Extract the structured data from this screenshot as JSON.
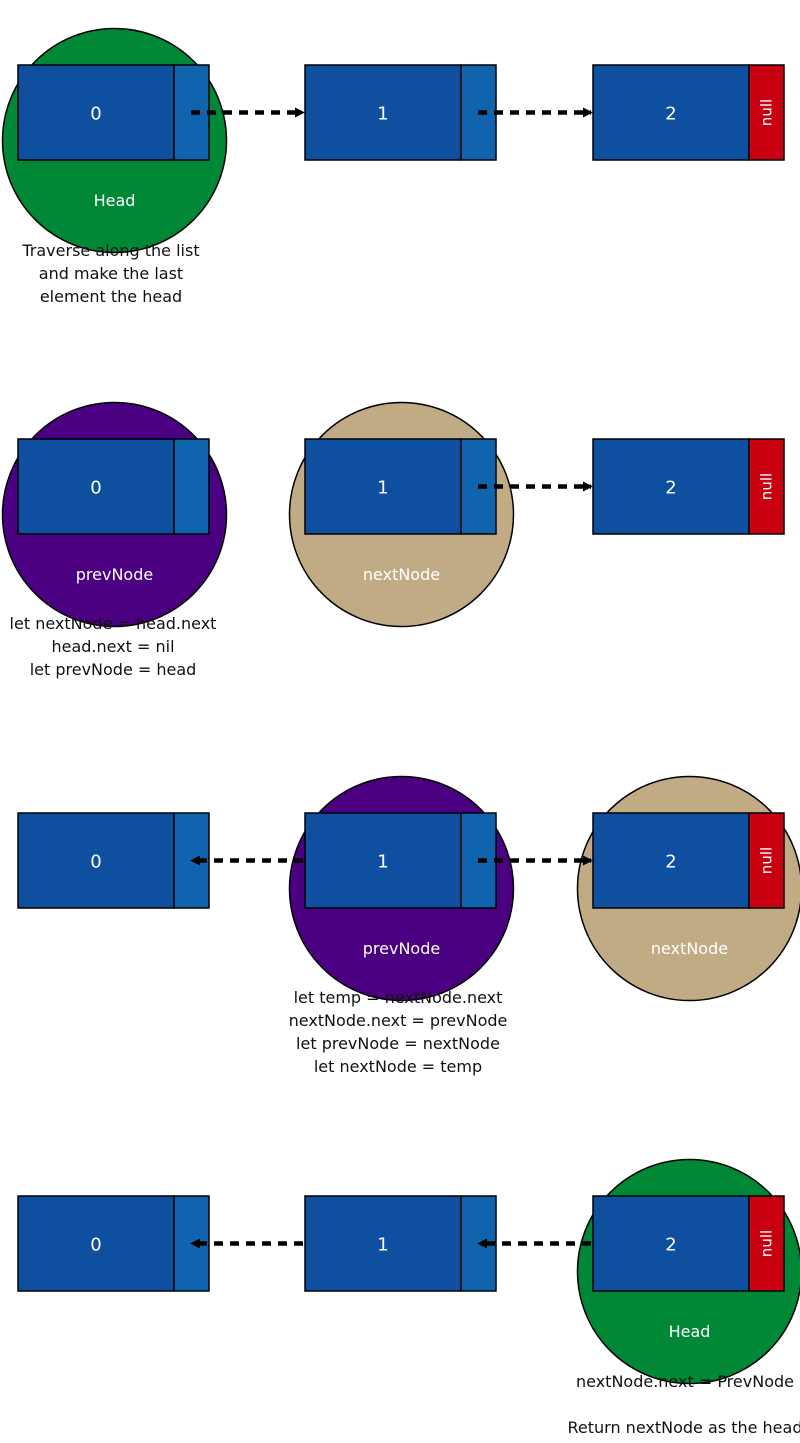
{
  "colors": {
    "head": "#008837",
    "prevNode": "#4b0082",
    "nextNode": "#c1ab84",
    "node_body": "#0f4fa0",
    "node_pointer": "#0f64ad",
    "null_cell": "#c8000f",
    "arrow": "#000000"
  },
  "steps": [
    {
      "nodes": [
        {
          "value": "0",
          "null_label": ""
        },
        {
          "value": "1",
          "null_label": ""
        },
        {
          "value": "2",
          "null_label": "null"
        }
      ],
      "highlights": [
        {
          "label": "Head",
          "role": "head"
        }
      ],
      "arrows": [
        "0→1",
        "1→2"
      ],
      "caption": [
        "Traverse along the list",
        "and make the last",
        "element the head"
      ]
    },
    {
      "nodes": [
        {
          "value": "0",
          "null_label": ""
        },
        {
          "value": "1",
          "null_label": ""
        },
        {
          "value": "2",
          "null_label": "null"
        }
      ],
      "highlights": [
        {
          "label": "prevNode",
          "role": "prevNode"
        },
        {
          "label": "nextNode",
          "role": "nextNode"
        }
      ],
      "arrows": [
        "1→2"
      ],
      "caption": [
        "let nextNode = head.next",
        "head.next = nil",
        "let prevNode = head"
      ]
    },
    {
      "nodes": [
        {
          "value": "0",
          "null_label": ""
        },
        {
          "value": "1",
          "null_label": ""
        },
        {
          "value": "2",
          "null_label": "null"
        }
      ],
      "highlights": [
        {
          "label": "prevNode",
          "role": "prevNode"
        },
        {
          "label": "nextNode",
          "role": "nextNode"
        }
      ],
      "arrows": [
        "1→0",
        "1→2"
      ],
      "caption": [
        "let temp = nextNode.next",
        "nextNode.next = prevNode",
        "let prevNode = nextNode",
        "let nextNode = temp"
      ]
    },
    {
      "nodes": [
        {
          "value": "0",
          "null_label": ""
        },
        {
          "value": "1",
          "null_label": ""
        },
        {
          "value": "2",
          "null_label": "null"
        }
      ],
      "highlights": [
        {
          "label": "Head",
          "role": "head"
        }
      ],
      "arrows": [
        "1→0",
        "2→1"
      ],
      "caption": [
        "nextNode.next = PrevNode",
        "",
        "Return nextNode as the head"
      ]
    }
  ]
}
